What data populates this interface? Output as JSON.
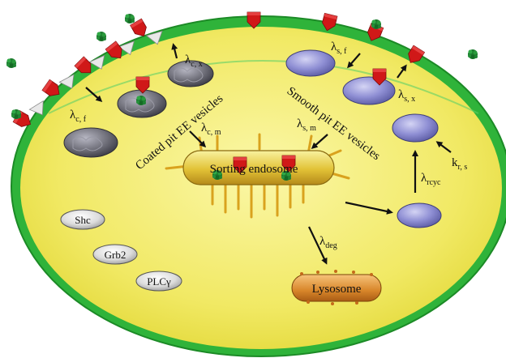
{
  "labels": {
    "coated_pit_vesicles": "Coated pit EE vesicles",
    "smooth_pit_vesicles": "Smooth pit EE vesicles",
    "sorting_endosome": "Sorting endosome",
    "lysosome": "Lysosome"
  },
  "rates": {
    "cx": {
      "sym": "λ",
      "sub": "c, x"
    },
    "cf": {
      "sym": "λ",
      "sub": "c, f"
    },
    "cm": {
      "sym": "λ",
      "sub": "c, m"
    },
    "sf": {
      "sym": "λ",
      "sub": "s, f"
    },
    "sm": {
      "sym": "λ",
      "sub": "s, m"
    },
    "sx": {
      "sym": "λ",
      "sub": "s, x"
    },
    "rcyc": {
      "sym": "λ",
      "sub": "rcyc"
    },
    "krs": {
      "sym": "k",
      "sub": "r, s"
    },
    "deg": {
      "sym": "λ",
      "sub": "deg"
    }
  },
  "proteins": [
    "Shc",
    "Grb2",
    "PLCγ"
  ],
  "colors": {
    "membrane": "#2fb33a",
    "cytoplasm": "#f3ec6a",
    "receptor": "#d01818",
    "ligand": "#1c7a2e",
    "smooth_vesicle": "#8f8fd4",
    "coated_vesicle": "#6e6e78",
    "endosome": "#e3c23a",
    "lysosome": "#d8862a"
  }
}
